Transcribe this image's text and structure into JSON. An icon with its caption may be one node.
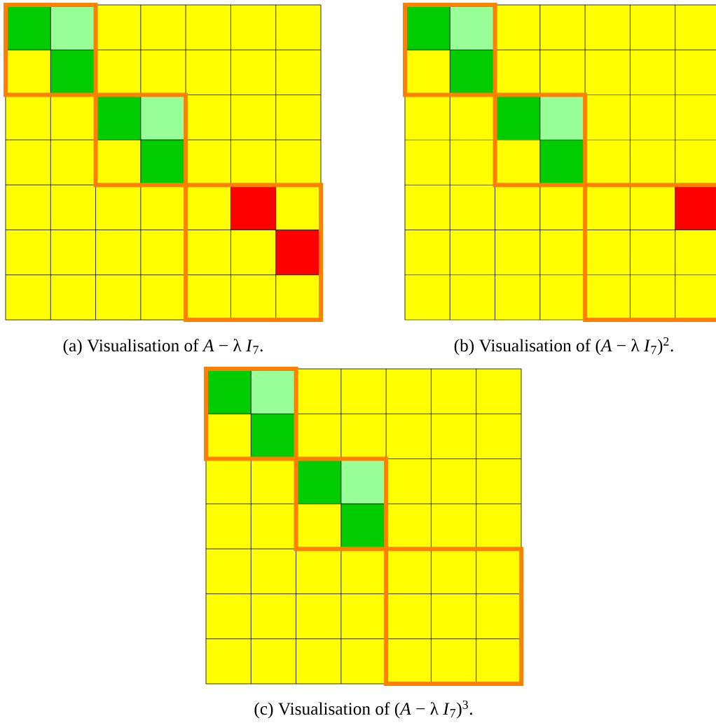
{
  "diagram": {
    "labels": [
      "(a) Visualisation of *A* − λ *I*$_{7}$.",
      "(b) Visualisation of (*A* − λ *I*$_{7}$)$^{2}$.",
      "(c) Visualisation of (*A* − λ *I*$_{7}$)$^{3}$."
    ]
  }
}
